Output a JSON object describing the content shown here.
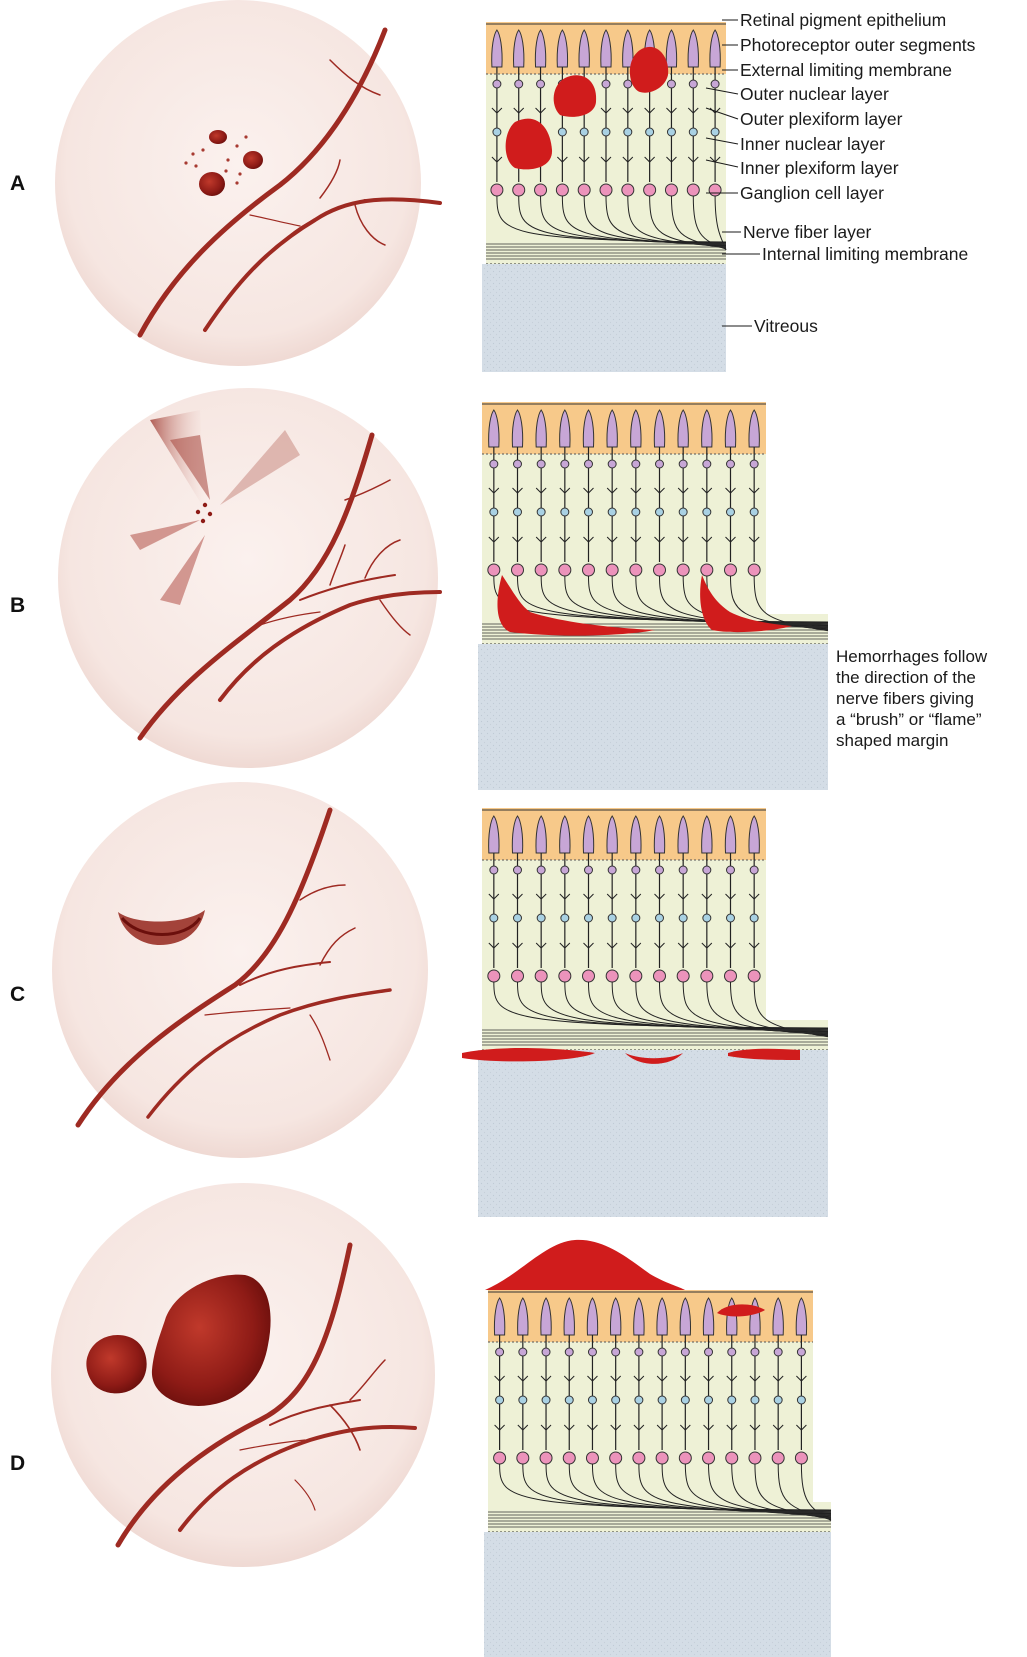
{
  "panels": [
    {
      "letter": "A"
    },
    {
      "letter": "B"
    },
    {
      "letter": "C"
    },
    {
      "letter": "D"
    }
  ],
  "layer_labels": [
    "Retinal pigment epithelium",
    "Photoreceptor outer segments",
    "External limiting membrane",
    "Outer nuclear layer",
    "Outer plexiform layer",
    "Inner nuclear layer",
    "Inner plexiform layer",
    "Ganglion cell layer",
    "Nerve fiber layer",
    "Internal limiting membrane",
    "Vitreous"
  ],
  "annotation_b": [
    "Hemorrhages follow",
    "the direction of the",
    "nerve fibers giving",
    "a “brush” or “flame”",
    "shaped margin"
  ],
  "colors": {
    "blood": "#d01c1c",
    "vessel": "#9e2a22",
    "fundus": "#f8ebe6",
    "rpe": "#f7c98a",
    "photoreceptor": "#c7a6d6",
    "retina_bg": "#eef1d6",
    "inner_nuclear": "#a9d1e3",
    "ganglion": "#ec93bb",
    "vitreous": "#d4dde6"
  }
}
